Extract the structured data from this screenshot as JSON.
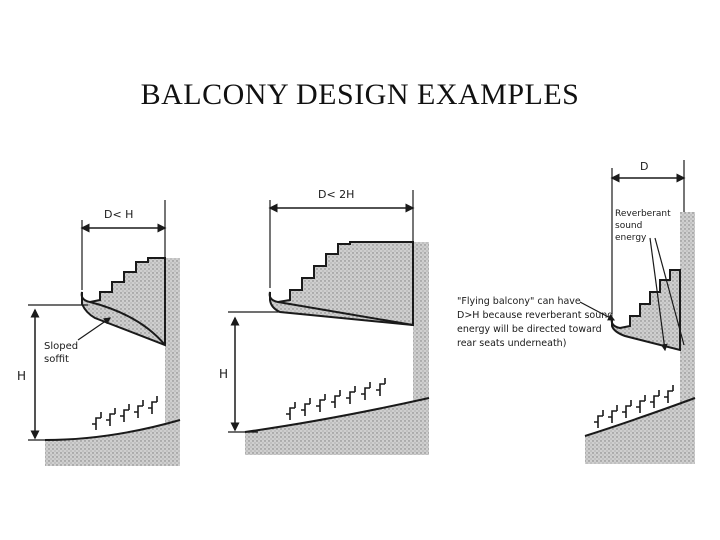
{
  "page": {
    "title": "BALCONY DESIGN EXAMPLES"
  },
  "diagram": {
    "left": {
      "dimension_top": "D< H",
      "dimension_side": "H",
      "note_line1": "Sloped",
      "note_line2": "soffit"
    },
    "middle": {
      "dimension_top": "D< 2H",
      "dimension_side": "H"
    },
    "right": {
      "dimension_top": "D",
      "energy_line1": "Reverberant",
      "energy_line2": "sound",
      "energy_line3": "energy",
      "note_lines": [
        "\"Flying balcony\" can have",
        "D>H because reverberant sound",
        "energy will be directed toward",
        "rear seats underneath)"
      ]
    }
  },
  "colors": {
    "ink": "#1a1a1a",
    "hatch": "#bdbdbd",
    "hatch_dark": "#8c8c8c"
  }
}
